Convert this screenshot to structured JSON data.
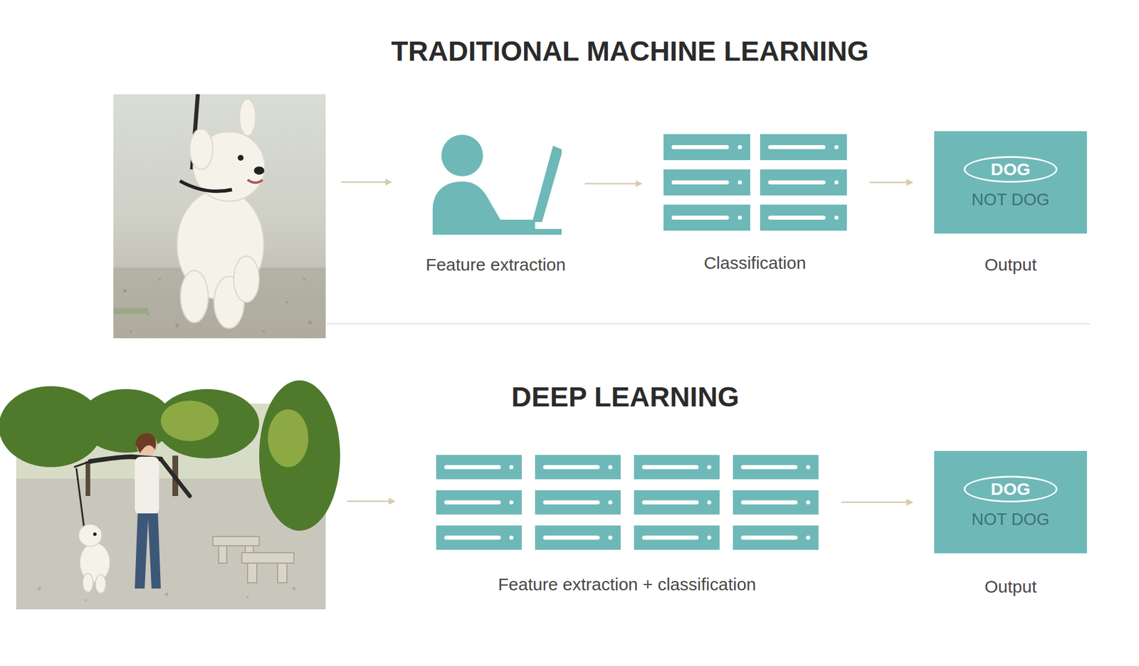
{
  "diagram": {
    "title": "TRADITIONAL MACHINE LEARNING",
    "nodes": [
      {
        "text": [
          "Feature extraction"
        ]
      },
      {
        "text": [
          "Classification"
        ]
      },
      {
        "text": [
          "DOG",
          "NOT DOG",
          "Output"
        ]
      },
      {
        "text": [
          "Feature extraction + classification"
        ]
      },
      {
        "text": [
          "DOG",
          "NOT DOG",
          "Output"
        ]
      }
    ],
    "edges": [
      {
        "from": 0,
        "to": 1,
        "arrow": "to"
      },
      {
        "from": 1,
        "to": 2,
        "arrow": "to"
      },
      {
        "from": 3,
        "to": 4,
        "arrow": "to"
      }
    ],
    "labels": [
      "DEEP LEARNING"
    ]
  }
}
